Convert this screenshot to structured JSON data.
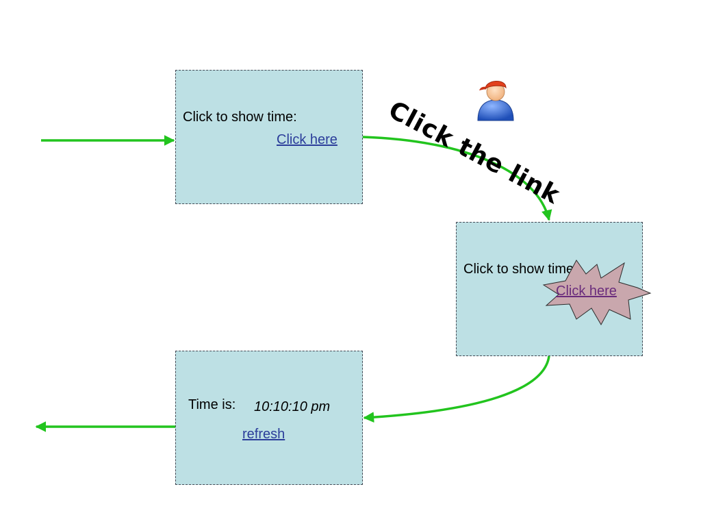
{
  "annotation": "Click the link",
  "box1": {
    "prompt": "Click to show time:",
    "link": "Click here"
  },
  "box2": {
    "prompt": "Click to show time:",
    "link": "Click here"
  },
  "box3": {
    "prompt": "Time is:",
    "time": "10:10:10 pm",
    "link": "refresh"
  },
  "icons": {
    "user": "user-avatar-icon",
    "click": "click-burst-icon"
  },
  "colors": {
    "box_fill": "#bde0e4",
    "arrow": "#22c41e",
    "link": "#2b3d9a",
    "visited_link": "#6a2c7c",
    "burst": "#c9a7ad"
  }
}
